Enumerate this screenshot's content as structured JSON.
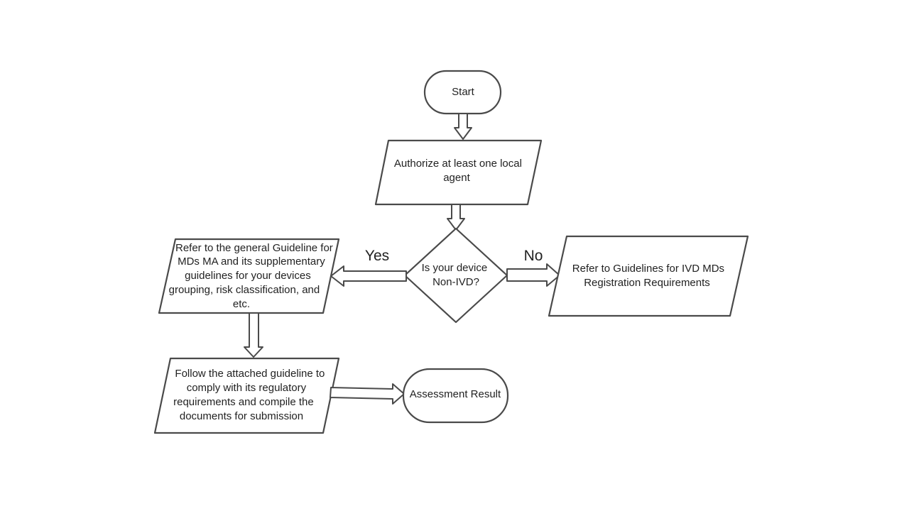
{
  "nodes": {
    "start": {
      "lines": [
        "Start"
      ]
    },
    "authorize": {
      "lines": [
        "Authorize at least one local",
        "agent"
      ]
    },
    "decision": {
      "lines": [
        "Is your device",
        "Non-IVD?"
      ]
    },
    "ivd": {
      "lines": [
        "Refer to Guidelines for IVD MDs",
        "Registration Requirements"
      ]
    },
    "general": {
      "lines": [
        "Refer to the general Guideline for",
        "MDs MA and its supplementary",
        "guidelines for your devices",
        "grouping, risk classification, and",
        "etc."
      ]
    },
    "follow": {
      "lines": [
        "Follow the attached guideline to",
        "comply with its regulatory",
        "requirements and compile the",
        "documents for submission"
      ]
    },
    "result": {
      "lines": [
        "Assessment Result"
      ]
    }
  },
  "edges": {
    "yes": "Yes",
    "no": "No"
  },
  "colors": {
    "stroke": "#4a4a4a",
    "fill": "#ffffff",
    "text": "#222222"
  }
}
